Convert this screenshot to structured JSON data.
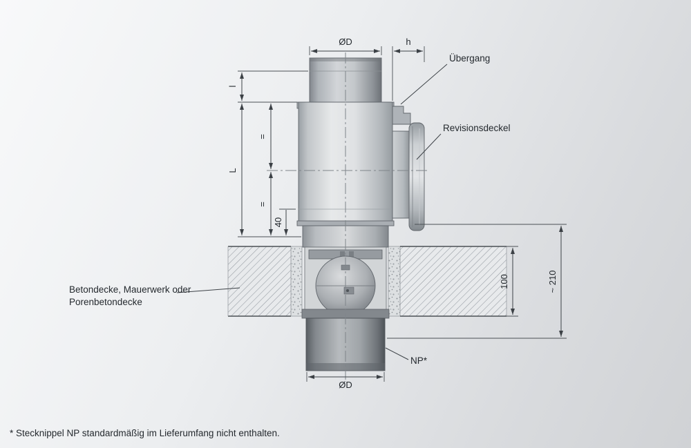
{
  "diagram": {
    "title_hint": "chimney-tee-installation-drawing",
    "labels": {
      "uebergang": "Übergang",
      "revisionsdeckel": "Revisionsdeckel",
      "ceiling_line1": "Betondecke, Mauerwerk oder",
      "ceiling_line2": "Porenbetondecke",
      "np": "NP*"
    },
    "dimensions": {
      "od_top": "ØD",
      "h": "h",
      "l_small": "l",
      "L_big": "L",
      "eq_upper": "=",
      "eq_lower": "=",
      "forty": "40",
      "hundred": "100",
      "two_ten": "~ 210",
      "od_bottom": "ØD"
    },
    "footnote": "* Stecknippel NP standardmäßig im Lieferumfang nicht enthalten.",
    "colors": {
      "line": "#3c4146",
      "background_top": "#f8f9fa",
      "background_bottom": "#d0d2d5",
      "hatch": "#9aa0a6"
    }
  }
}
